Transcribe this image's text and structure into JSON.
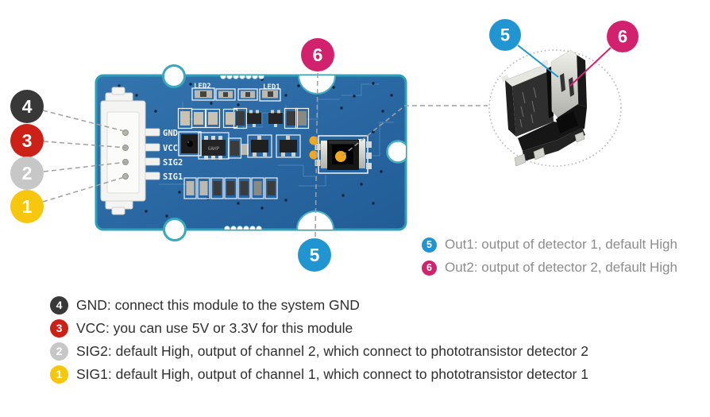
{
  "figure_type": "hardware-pinout-diagram",
  "colors": {
    "board_blue": "#2b6ba6",
    "board_edge_teal": "#2f9fb6",
    "callout_black": "#383838",
    "callout_red": "#cd2016",
    "callout_gray": "#c7c7c7",
    "callout_yellow": "#f6c70d",
    "callout_blue": "#2095d2",
    "callout_pink": "#d2226d",
    "legend_left_text": "#2f2f2f",
    "legend_right_text": "#8d8d8d",
    "detector_marker_yellow": "#f0a91c",
    "dashed_line_gray": "#a0a0a0"
  },
  "board": {
    "silkscreen": {
      "led2": "LED2",
      "led1": "LED1",
      "gnd": "GND",
      "vcc": "VCC",
      "sig2": "SIG2",
      "sig1": "SIG1",
      "chip": "GAHP"
    }
  },
  "callouts": {
    "c1": {
      "num": "1",
      "color": "#f6c70d"
    },
    "c2": {
      "num": "2",
      "color": "#c7c7c7"
    },
    "c3": {
      "num": "3",
      "color": "#cd2016"
    },
    "c4": {
      "num": "4",
      "color": "#383838"
    },
    "c5_board": {
      "num": "5",
      "color": "#2095d2"
    },
    "c6_board": {
      "num": "6",
      "color": "#d2226d"
    },
    "c5_inset": {
      "num": "5",
      "color": "#2095d2"
    },
    "c6_inset": {
      "num": "6",
      "color": "#d2226d"
    }
  },
  "legend_left": {
    "items": [
      {
        "num": "4",
        "text": "GND: connect this module to the system GND"
      },
      {
        "num": "3",
        "text": "VCC: you can use 5V or 3.3V for this module"
      },
      {
        "num": "2",
        "text": "SIG2: default High, output of channel 2, which connect to phototransistor detector 2"
      },
      {
        "num": "1",
        "text": "SIG1: default High, output of channel 1, which connect to phototransistor detector 1"
      }
    ]
  },
  "legend_right": {
    "items": [
      {
        "num": "5",
        "text": "Out1: output of detector 1, default High"
      },
      {
        "num": "6",
        "text": "Out2: output of detector 2, default High"
      }
    ]
  }
}
